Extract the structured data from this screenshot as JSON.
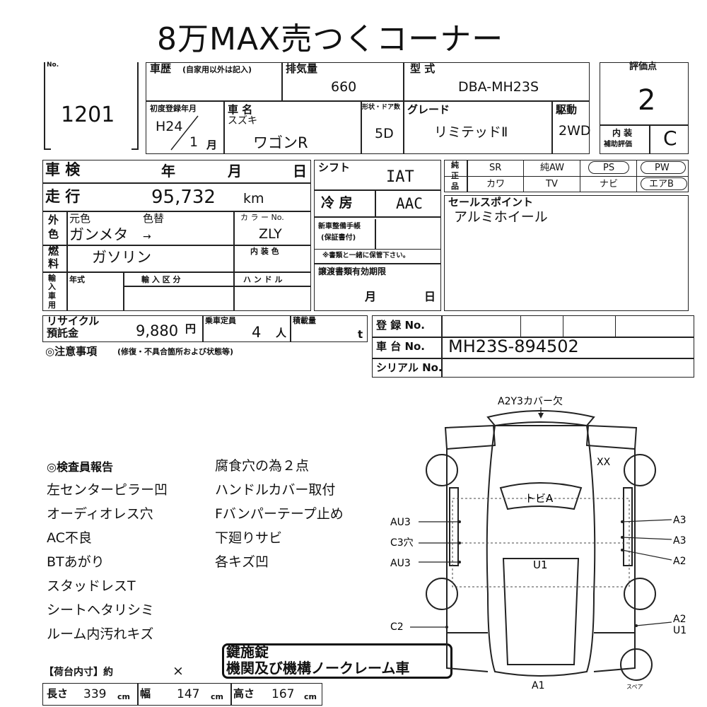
{
  "title": "8万MAX売つくコーナー",
  "sheet": {
    "no_label": "No.",
    "no_value": "1201",
    "history_label": "車歴",
    "history_note": "(自家用以外は記入)",
    "displacement_label": "排気量",
    "displacement_value": "660",
    "model_label": "型 式",
    "model_value": "DBA-MH23S",
    "score_label": "評価点",
    "score_value": "2",
    "first_reg_label": "初度登録年月",
    "first_reg_era": "H24",
    "first_reg_month": "1",
    "first_reg_month_unit": "月",
    "car_name_label": "車 名",
    "maker": "スズキ",
    "car_name": "ワゴンR",
    "door_label": "形状・ドア数",
    "door_value": "5D",
    "grade_label": "グレード",
    "grade_value": "リミテッドⅡ",
    "drive_label": "駆動",
    "drive_value": "2WD",
    "interior_label_1": "内 装",
    "interior_label_2": "補助評価",
    "interior_value": "C",
    "inspection_label": "車 検",
    "year_unit": "年",
    "month_unit": "月",
    "day_unit": "日",
    "mileage_label": "走 行",
    "mileage_value": "95,732",
    "mileage_unit": "km",
    "exterior_label_1": "外",
    "exterior_label_2": "色",
    "orig_color_label": "元色",
    "repaint_label": "色替",
    "color_value": "ガンメタ",
    "color_arrow": "→",
    "color_no_label": "カ ラ ー No.",
    "color_no_value": "ZLY",
    "fuel_label_1": "燃",
    "fuel_label_2": "料",
    "fuel_value": "ガソリン",
    "interior_color_label": "内 装 色",
    "import_label": [
      "輸",
      "入",
      "車",
      "用"
    ],
    "import_year_label": "年式",
    "import_class_label": "輸 入 区 分",
    "handle_label": "ハ ン ド ル",
    "shift_label": "シフト",
    "shift_value": "IAT",
    "ac_label": "冷 房",
    "ac_value": "AAC",
    "manual_label_1": "新車整備手帳",
    "manual_label_2": "(保証書付)",
    "manual_note": "※書類と一緒に保管下さい。",
    "transfer_label": "譲渡書類有効期限",
    "transfer_month": "月",
    "transfer_day": "日",
    "genuine_label": [
      "純",
      "正",
      "品"
    ],
    "equip_row1": [
      "SR",
      "純AW",
      "PS",
      "PW"
    ],
    "equip_row2": [
      "カワ",
      "TV",
      "ナビ",
      "エアB"
    ],
    "sales_point_label": "セールスポイント",
    "sales_point_value": "アルミホイール",
    "recycle_label_1": "リサイクル",
    "recycle_label_2": "預託金",
    "recycle_value": "9,880",
    "recycle_unit": "円",
    "capacity_label": "乗車定員",
    "capacity_value": "4",
    "capacity_unit": "人",
    "load_label": "積載量",
    "load_unit": "t",
    "notes_label": "◎注意事項",
    "notes_sub": "(修復・不具合箇所および状態等)",
    "reg_no_label": "登 録 No.",
    "chassis_label": "車 台 No.",
    "chassis_value": "MH23S-894502",
    "serial_label": "シリアル No."
  },
  "report": {
    "heading": "◎検査員報告",
    "left": [
      "左センターピラー凹",
      "オーディオレス穴",
      "AC不良",
      "BTあがり",
      "スタッドレスT",
      "シートヘタリシミ",
      "ルーム内汚れキズ"
    ],
    "right": [
      "腐食穴の為２点",
      "ハンドルカバー取付",
      "Fバンパーテープ止め",
      "下廻りサビ",
      "各キズ凹"
    ]
  },
  "stamp": {
    "line1": "鍵施錠",
    "line2": "機関及び機構ノークレーム車"
  },
  "dimensions": {
    "heading": "【荷台内寸】約",
    "x_mark": "×",
    "length_label": "長さ",
    "length_value": "339",
    "width_label": "幅",
    "width_value": "147",
    "height_label": "高さ",
    "height_value": "167",
    "unit": "cm"
  },
  "diagram": {
    "top": "A2Y3カバー欠",
    "front_right": "XX",
    "hood": "トビA",
    "left_1": "AU3",
    "left_2": "C3穴",
    "left_3": "AU3",
    "left_4": "C2",
    "right_1": "A3",
    "right_2": "A3",
    "right_3": "A2",
    "right_4": "A2",
    "right_5": "U1",
    "center": "U1",
    "bottom": "A1",
    "spare": "スペア"
  }
}
